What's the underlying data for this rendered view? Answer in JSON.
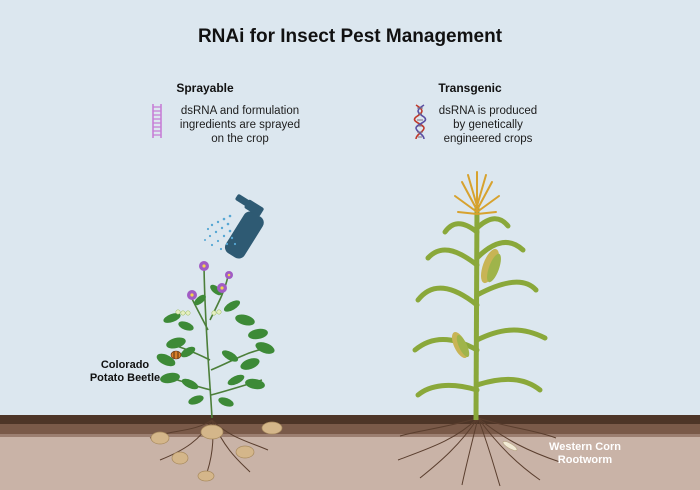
{
  "title": "RNAi for Insect Pest Management",
  "left": {
    "heading": "Sprayable",
    "description": [
      "dsRNA and formulation",
      "ingredients are sprayed",
      "on the crop"
    ],
    "icon": "dsrna-ladder-icon"
  },
  "right": {
    "heading": "Transgenic",
    "description": [
      "dsRNA is produced",
      "by genetically",
      "engineered crops"
    ],
    "icon": "dna-helix-icon"
  },
  "labels": {
    "potato_pest": [
      "Colorado",
      "Potato Beetle"
    ],
    "corn_pest": [
      "Western Corn",
      "Rootworm"
    ]
  },
  "illustrations": [
    "spray-bottle-icon",
    "potato-plant",
    "corn-plant",
    "soil"
  ],
  "colors": {
    "background": "#dce7ef",
    "sprayer": "#2e5a73",
    "spray_mist": "#57a7d4",
    "leaf": "#3d8a37",
    "flower": "#a15cc4",
    "soil_top": "#4d3527",
    "soil": "#c9b3a7",
    "ladder": "#c77fd6",
    "tassel": "#d7a22e"
  }
}
